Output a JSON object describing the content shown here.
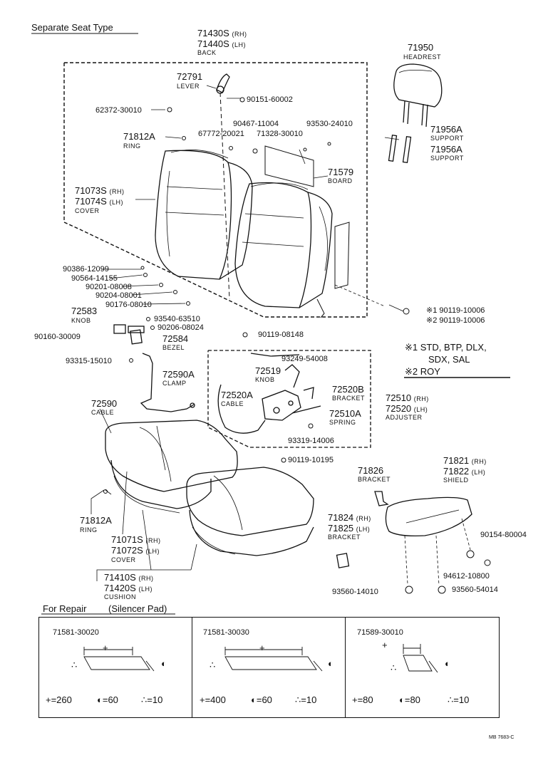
{
  "header": {
    "title": "Separate Seat Type"
  },
  "parts": {
    "back_rh": "71430S",
    "back_rh_tag": "(RH)",
    "back_lh": "71440S",
    "back_lh_tag": "(LH)",
    "back_name": "BACK",
    "headrest_no": "71950",
    "headrest_name": "HEADREST",
    "lever_no": "72791",
    "lever_name": "LEVER",
    "p90151": "90151-60002",
    "p62372": "62372-30010",
    "p90467": "90467-11004",
    "p93530": "93530-24010",
    "ring_top_no": "71812A",
    "ring_top_name": "RING",
    "p67772": "67772-20021",
    "p71328": "71328-30010",
    "support1_no": "71956A",
    "support1_name": "SUPPORT",
    "support2_no": "71956A",
    "support2_name": "SUPPORT",
    "board_no": "71579",
    "board_name": "BOARD",
    "cover_rh": "71073S",
    "cover_rh_tag": "(RH)",
    "cover_lh": "71074S",
    "cover_lh_tag": "(LH)",
    "cover_name": "COVER",
    "p90386": "90386-12099",
    "p90564": "90564-14155",
    "p90201": "90201-08008",
    "p90204": "90204-08001",
    "p90176": "90176-08010",
    "bolt1_mark": "※1",
    "bolt1_no": "90119-10006",
    "bolt2_mark": "※2",
    "bolt2_no": "90119-10006",
    "knob_no": "72583",
    "knob_name": "KNOB",
    "p93540": "93540-63510",
    "p90206": "90206-08024",
    "p90160": "90160-30009",
    "bezel_no": "72584",
    "bezel_name": "BEZEL",
    "p90119_08148": "90119-08148",
    "p93249": "93249-54008",
    "p93315": "93315-15010",
    "knob2_no": "72519",
    "knob2_name": "KNOB",
    "clamp_no": "72590A",
    "clamp_name": "CLAMP",
    "cable2_no": "72520A",
    "cable2_name": "CABLE",
    "bracket_b_no": "72520B",
    "bracket_b_name": "BRACKET",
    "adj_rh": "72510",
    "adj_rh_tag": "(RH)",
    "adj_lh": "72520",
    "adj_lh_tag": "(LH)",
    "adj_name": "ADJUSTER",
    "cable_no": "72590",
    "cable_name": "CABLE",
    "spring_no": "72510A",
    "spring_name": "SPRING",
    "p93319": "93319-14006",
    "p90119_10195": "90119-10195",
    "bracket1_no": "71826",
    "bracket1_name": "BRACKET",
    "shield_rh": "71821",
    "shield_rh_tag": "(RH)",
    "shield_lh": "71822",
    "shield_lh_tag": "(LH)",
    "shield_name": "SHIELD",
    "ring_bot_no": "71812A",
    "ring_bot_name": "RING",
    "cushcover_rh": "71071S",
    "cushcover_rh_tag": "(RH)",
    "cushcover_lh": "71072S",
    "cushcover_lh_tag": "(LH)",
    "cushcover_name": "COVER",
    "bracket2_rh": "71824",
    "bracket2_rh_tag": "(RH)",
    "bracket2_lh": "71825",
    "bracket2_lh_tag": "(LH)",
    "bracket2_name": "BRACKET",
    "p90154": "90154-80004",
    "p94612": "94612-10800",
    "cushion_rh": "71410S",
    "cushion_rh_tag": "(RH)",
    "cushion_lh": "71420S",
    "cushion_lh_tag": "(LH)",
    "cushion_name": "CUSHION",
    "p93560_14010": "93560-14010",
    "p93560_54014": "93560-54014"
  },
  "notes": {
    "n1_mark": "※1",
    "n1_line1": "STD, BTP, DLX,",
    "n1_line2": "SDX, SAL",
    "n2_mark": "※2",
    "n2_line": "ROY"
  },
  "repair": {
    "title": "For Repair",
    "subtitle": "(Silencer Pad)",
    "pads": [
      {
        "part": "71581-30020",
        "length": "=260",
        "thickness": "=60",
        "qty": "=10"
      },
      {
        "part": "71581-30030",
        "length": "=400",
        "thickness": "=60",
        "qty": "=10"
      },
      {
        "part": "71589-30010",
        "length": "=80",
        "thickness": "=80",
        "qty": "=10"
      }
    ]
  },
  "footer": {
    "code": "MB 7683-C"
  }
}
